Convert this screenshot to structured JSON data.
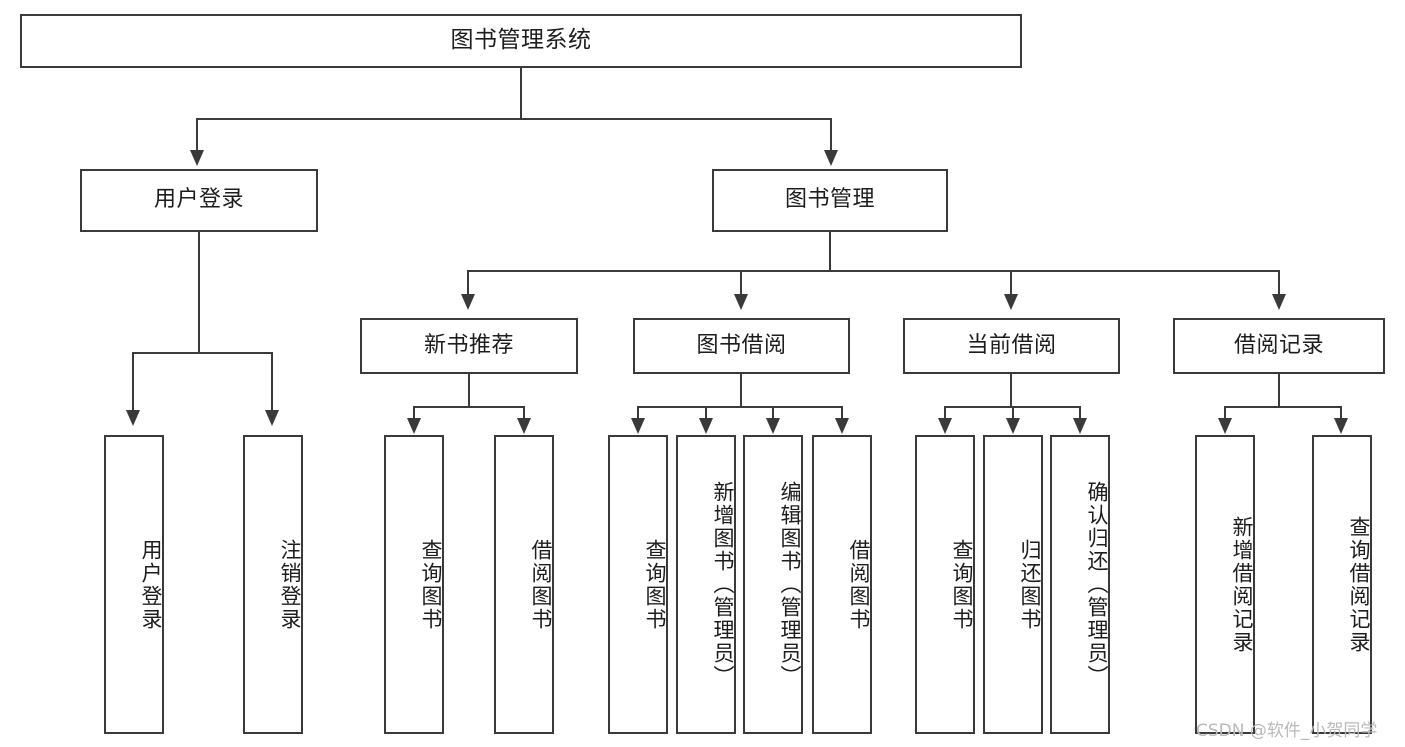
{
  "diagram": {
    "title": "图书管理系统",
    "root": {
      "label": "图书管理系统"
    },
    "level1": [
      {
        "label": "用户登录"
      },
      {
        "label": "图书管理"
      }
    ],
    "level2": [
      {
        "label": "新书推荐"
      },
      {
        "label": "图书借阅"
      },
      {
        "label": "当前借阅"
      },
      {
        "label": "借阅记录"
      }
    ],
    "leaves": {
      "user_login": [
        {
          "label": "用户登录"
        },
        {
          "label": "注销登录"
        }
      ],
      "new_book_recommend": [
        {
          "label": "查询图书"
        },
        {
          "label": "借阅图书"
        }
      ],
      "book_borrow": [
        {
          "label": "查询图书"
        },
        {
          "label": "新增图书（管理员）"
        },
        {
          "label": "编辑图书（管理员）"
        },
        {
          "label": "借阅图书"
        }
      ],
      "current_borrow": [
        {
          "label": "查询图书"
        },
        {
          "label": "归还图书"
        },
        {
          "label": "确认归还（管理员）"
        }
      ],
      "borrow_record": [
        {
          "label": "新增借阅记录"
        },
        {
          "label": "查询借阅记录"
        }
      ]
    }
  },
  "watermark": {
    "text": "CSDN @软件_小贺同学"
  },
  "colors": {
    "stroke": "#3a3a3a",
    "background": "#ffffff",
    "text": "#1d1d1d",
    "watermark": "#b9b9b9"
  }
}
